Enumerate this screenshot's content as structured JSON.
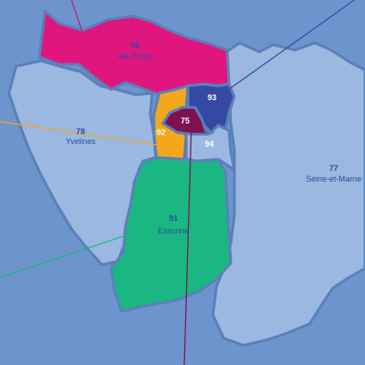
{
  "map": {
    "colors": {
      "sea": "#6d94cc",
      "outline": "#5a80bb",
      "light_region": "#9bb8e0",
      "val_d_oise": "#e0167f",
      "paris": "#7f1150",
      "hauts_de_seine": "#f3a81c",
      "seine_saint_denis": "#3449a4",
      "val_de_marne": "#9bb8e0",
      "essonne": "#1ab783",
      "yvelines_text": "#2d4d9a",
      "white_text": "#ffffff"
    },
    "departments": [
      {
        "code": "95",
        "name": "Val-d'Oise"
      },
      {
        "code": "78",
        "name": "Yvelines"
      },
      {
        "code": "92",
        "name": ""
      },
      {
        "code": "75",
        "name": ""
      },
      {
        "code": "93",
        "name": ""
      },
      {
        "code": "94",
        "name": ""
      },
      {
        "code": "91",
        "name": "Essonne"
      },
      {
        "code": "77",
        "name": "Seine-et-Marne"
      }
    ],
    "leader_lines": [
      {
        "department": "95",
        "color": "#c41775"
      },
      {
        "department": "93",
        "color": "#3449a4"
      },
      {
        "department": "78",
        "color": "#f3a81c"
      },
      {
        "department": "91",
        "color": "#1ab783"
      },
      {
        "department": "75",
        "color": "#7f1150"
      }
    ]
  }
}
